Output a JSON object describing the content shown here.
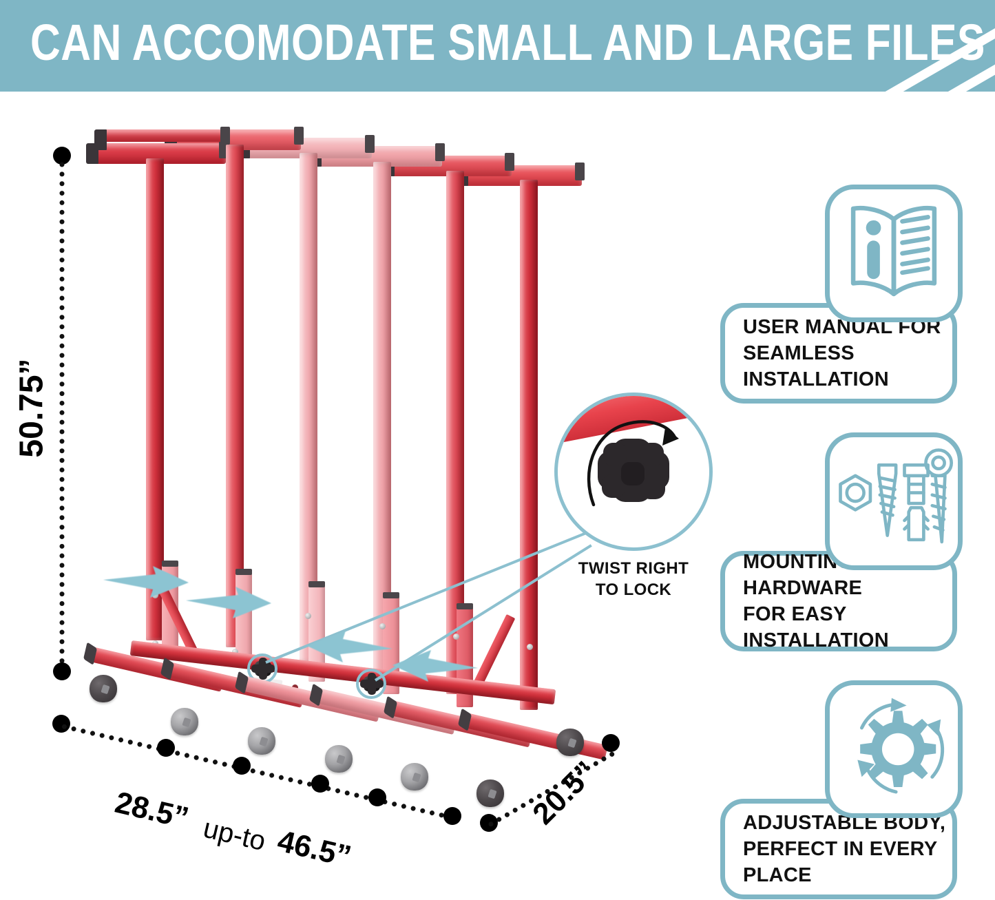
{
  "banner": {
    "title": "CAN ACCOMODATE SMALL AND LARGE FILES",
    "background_color": "#7fb6c5",
    "text_color": "#ffffff",
    "stripe_color": "#ffffff"
  },
  "product": {
    "name": "adjustable-rolling-file-rack",
    "frame_color": "#e03a45",
    "frame_color_light": "#f2a8ad",
    "endcap_color": "#3a3539",
    "caster_color": "#8d8d91"
  },
  "dimensions": {
    "height": "50.75”",
    "width_min": "28.5”",
    "width_connector": "up-to",
    "width_max": "46.5”",
    "depth": "20.5”"
  },
  "callout": {
    "caption_line_1": "TWIST RIGHT",
    "caption_line_2": "TO LOCK",
    "ring_color": "#8cc0cf"
  },
  "arrows": {
    "color": "#8cc4d2",
    "count": 4,
    "directions": [
      "right",
      "right",
      "left",
      "left"
    ]
  },
  "features": [
    {
      "icon": "open-book-info-icon",
      "label": "USER MANUAL FOR\nSEAMLESS INSTALLATION"
    },
    {
      "icon": "mounting-hardware-icon",
      "label": "MOUNTING HARDWARE\nFOR  EASY INSTALLATION"
    },
    {
      "icon": "gear-rotation-icon",
      "label": "ADJUSTABLE BODY,\nPERFECT IN EVERY PLACE"
    }
  ],
  "theme": {
    "accent": "#7fb6c5",
    "accent_dark": "#6faec0",
    "text": "#111111",
    "background": "#ffffff"
  }
}
